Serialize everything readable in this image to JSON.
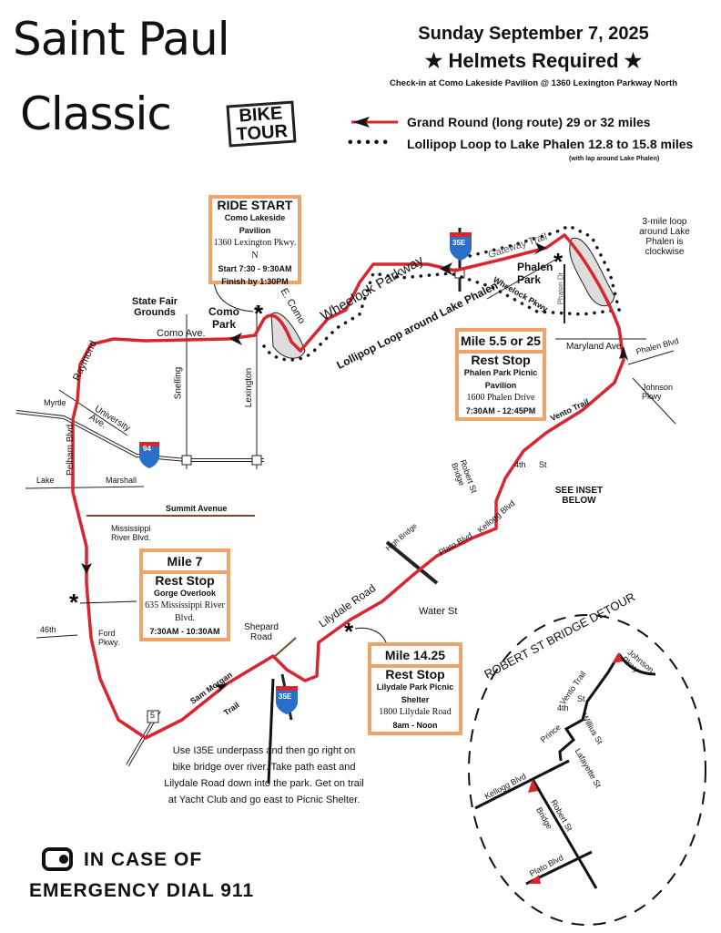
{
  "title": {
    "line1": "Saint Paul",
    "line2": "Classic",
    "badge1": "BIKE",
    "badge2": "TOUR"
  },
  "header": {
    "date": "Sunday September 7, 2025",
    "helmets": "★ Helmets Required ★",
    "checkin": "Check-in at Como Lakeside Pavilion @ 1360 Lexington Parkway North"
  },
  "legend": {
    "grand_round": "Grand Round (long route) 29 or 32 miles",
    "lollipop": "Lollipop Loop to Lake Phalen 12.8 to 15.8 miles",
    "lollipop_note": "(with lap around Lake Phalen)",
    "colors": {
      "route": "#d9262e",
      "box_border": "#f0a36a"
    }
  },
  "ride_start": {
    "title": "RIDE START",
    "place": "Como Lakeside Pavilion",
    "address": "1360 Lexington Pkwy. N",
    "start": "Start 7:30 - 9:30AM",
    "finish": "Finish by 1:30PM"
  },
  "stops": [
    {
      "mile": "Mile 5.5 or 25",
      "title": "Rest Stop",
      "place": "Phalen Park Picnic Pavilion",
      "address": "1600 Phalen Drive",
      "hours": "7:30AM - 12:45PM"
    },
    {
      "mile": "Mile 7",
      "title": "Rest Stop",
      "place": "Gorge Overlook",
      "address": "635 Mississippi River Blvd.",
      "hours": "7:30AM - 10:30AM"
    },
    {
      "mile": "Mile 14.25",
      "title": "Rest Stop",
      "place": "Lilydale Park Picnic Shelter",
      "address": "1800 Lilydale Road",
      "hours": "8am - Noon"
    }
  ],
  "labels": {
    "state_fair": "State Fair Grounds",
    "como_park": "Como Park",
    "como_ave": "Como    Ave.",
    "e_como": "E. Como",
    "wheelock": "Wheelock Parkway",
    "lollipop_loop": "Lollipop Loop around Lake Phalen",
    "gateway": "Gateway Trail",
    "phalen_park": "Phalen Park",
    "wheelock_pkwy": "Wheelock Pkwy",
    "phalen_dr": "Phalen Dr",
    "loop_note": "3-mile loop around Lake Phalen is clockwise",
    "maryland": "Maryland   Ave.",
    "phalen_blvd": "Phalen Blvd",
    "johnson": "Johnson Pkwy",
    "vento": "Vento Trail",
    "fourth": "4th",
    "st": "St",
    "robert_bridge": "Robert St Bridge",
    "kellogg": "Kellogg Blvd",
    "see_inset": "SEE INSET BELOW",
    "plato": "Plato Blvd",
    "high_bridge": "High Bridge",
    "water_st": "Water St",
    "lilydale": "Lilydale Road",
    "shepard": "Shepard Road",
    "sam_morgan": "Sam    Morgan",
    "trail": "Trail",
    "raymond": "Raymond",
    "myrtle": "Myrtle",
    "university": "University Ave.",
    "snelling": "Snelling",
    "lexington": "Lexington",
    "pelham": "Pelham Blvd.",
    "lake": "Lake",
    "marshall": "Marshall",
    "summit": "Summit Avenue",
    "mississippi": "Mississippi River Blvd.",
    "forty_sixth": "46th",
    "ford": "Ford Pkwy.",
    "hwy5": "5",
    "i94": "94",
    "i35e": "35E",
    "underpass_note": "Use I35E underpass and then go right on bike bridge over river. Take path east and Lilydale Road down into the park. Get on trail at Yacht Club and go east to Picnic Shelter."
  },
  "inset": {
    "title": "ROBERT ST BRIDGE DETOUR",
    "johnson": "Johnson Pkwy",
    "vento": "Vento Trail",
    "fourth": "4th",
    "st": "St",
    "willius": "Willius St",
    "prince": "Prince",
    "lafayette": "Lafayette St",
    "kellogg": "Kellogg Blvd",
    "robert": "Robert St",
    "bridge": "Bridge",
    "plato": "Plato Blvd"
  },
  "emergency": {
    "line1": "IN CASE OF",
    "line2": "EMERGENCY DIAL 911"
  }
}
